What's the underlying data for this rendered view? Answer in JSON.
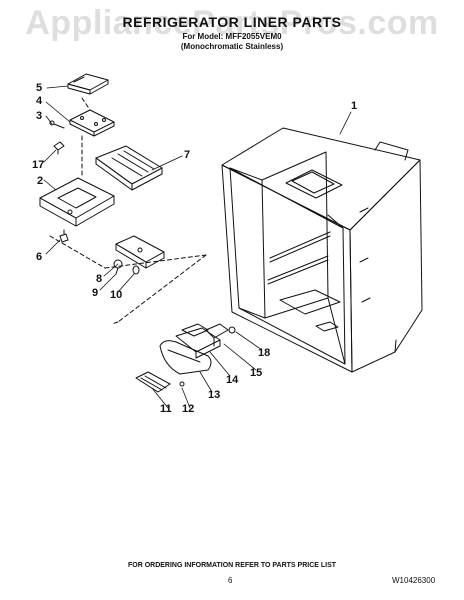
{
  "watermark": "AppliancePartsPros.com",
  "title": "REFRIGERATOR LINER PARTS",
  "subtitle_model": "For Model: MFF2055VEM0",
  "subtitle_variant": "(Monochromatic Stainless)",
  "footer_note": "FOR ORDERING INFORMATION REFER TO PARTS PRICE LIST",
  "page_number": "6",
  "document_number": "W10426300",
  "callouts": [
    "1",
    "2",
    "3",
    "4",
    "5",
    "6",
    "7",
    "8",
    "9",
    "10",
    "11",
    "12",
    "13",
    "14",
    "15",
    "17",
    "18"
  ]
}
